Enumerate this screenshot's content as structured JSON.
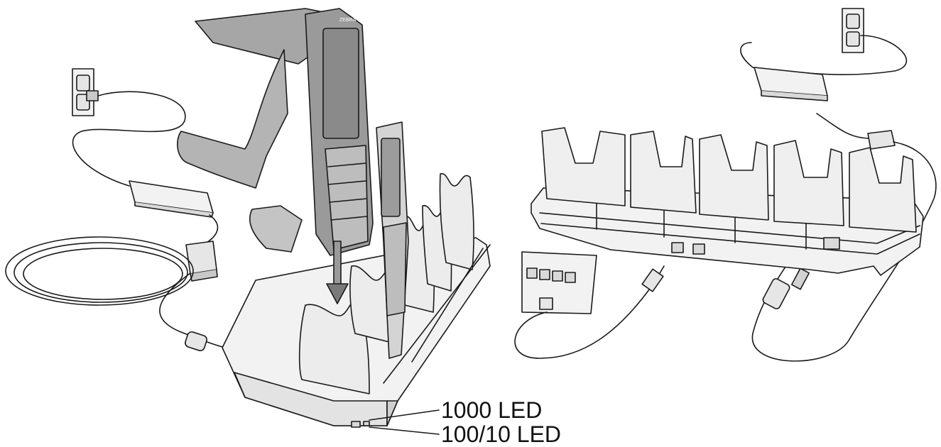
{
  "callouts": {
    "led_1000": "1000 LED",
    "led_100_10": "100/10 LED"
  },
  "device": {
    "brand_mark": "ZEBRA"
  },
  "colors": {
    "line": "#1a1a1a",
    "dock_body": "#f2f2f2",
    "dock_shadow": "#cfcfcf",
    "device_dark": "#8f8f8f",
    "device_mid": "#b5b5b5",
    "screen": "#9c9c9c",
    "port_hint": "#d9d9d9"
  }
}
